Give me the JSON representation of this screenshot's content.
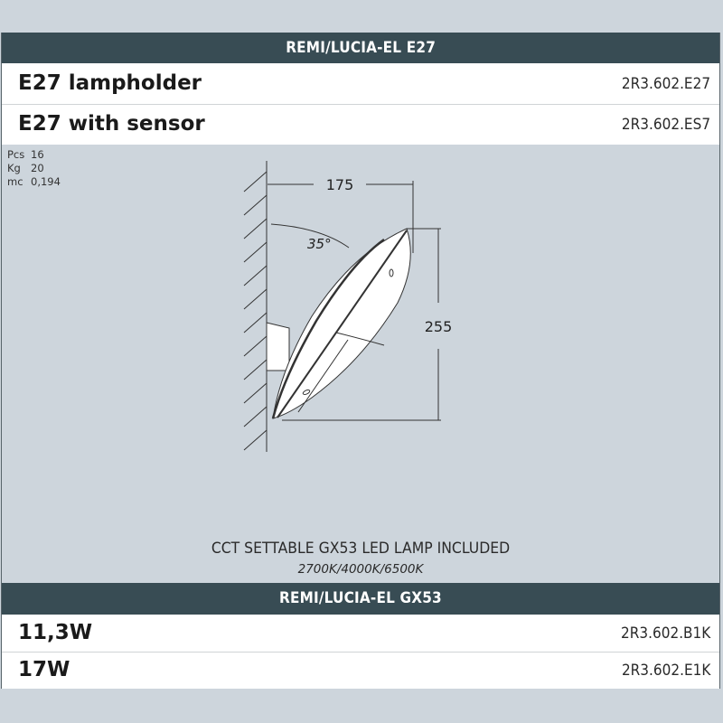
{
  "section_e27": {
    "title": "REMI/LUCIA-EL E27",
    "rows": [
      {
        "name": "E27 lampholder",
        "code": "2R3.602.E27"
      },
      {
        "name": "E27 with sensor",
        "code": "2R3.602.ES7"
      }
    ]
  },
  "specs": [
    {
      "label": "Pcs",
      "value": "16"
    },
    {
      "label": "Kg",
      "value": "20"
    },
    {
      "label": "mc",
      "value": "0,194"
    }
  ],
  "drawing": {
    "width_dim": "175",
    "height_dim": "255",
    "angle": "35°"
  },
  "notes": {
    "line1": "CCT SETTABLE GX53 LED LAMP INCLUDED",
    "line2": "2700K/4000K/6500K"
  },
  "section_gx53": {
    "title": "REMI/LUCIA-EL GX53",
    "rows": [
      {
        "name": "11,3W",
        "code": "2R3.602.B1K"
      },
      {
        "name": "17W",
        "code": "2R3.602.E1K"
      }
    ]
  },
  "colors": {
    "header_bg": "#384c54",
    "page_bg": "#cdd5dc",
    "row_bg": "#ffffff"
  }
}
